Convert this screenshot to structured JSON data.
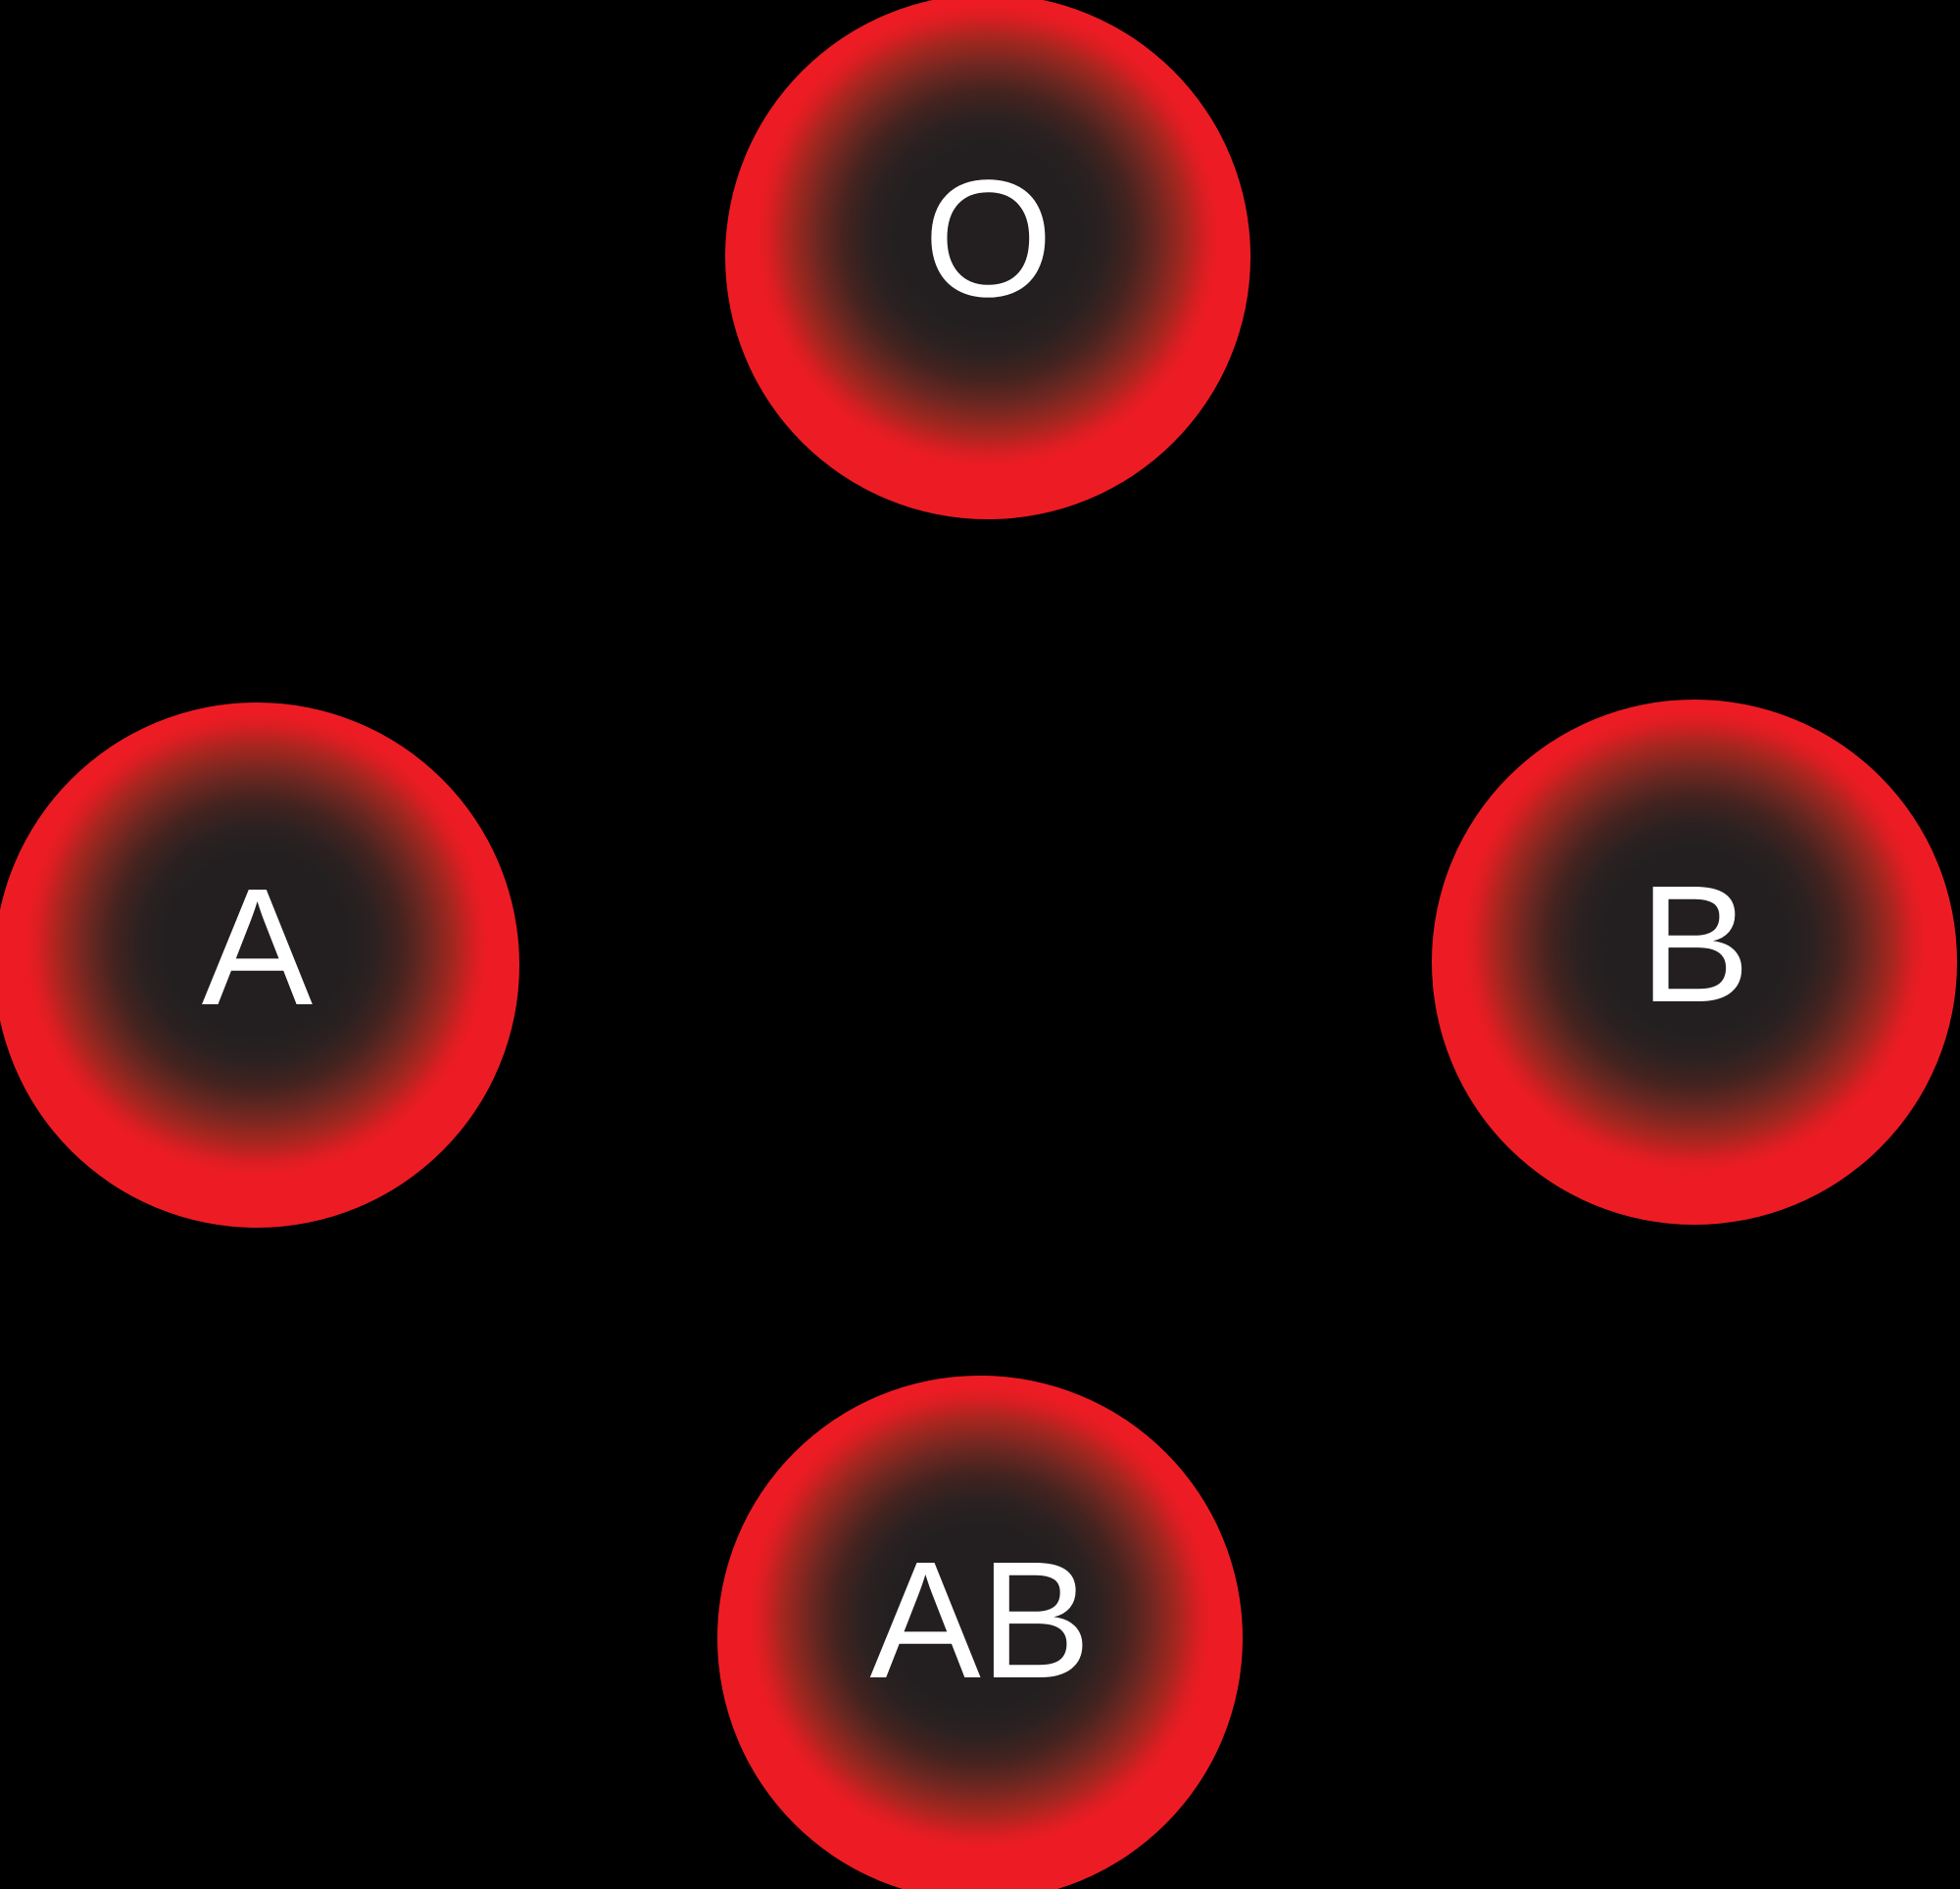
{
  "diagram": {
    "background_color": "#000000",
    "cell_outer_color": "#ed1c24",
    "cell_core_color": "#231f20",
    "label_color": "#ffffff",
    "cells": [
      {
        "id": "o",
        "label": "O",
        "position": "top"
      },
      {
        "id": "a",
        "label": "A",
        "position": "left"
      },
      {
        "id": "b",
        "label": "B",
        "position": "right"
      },
      {
        "id": "ab",
        "label": "AB",
        "position": "bottom"
      }
    ]
  }
}
